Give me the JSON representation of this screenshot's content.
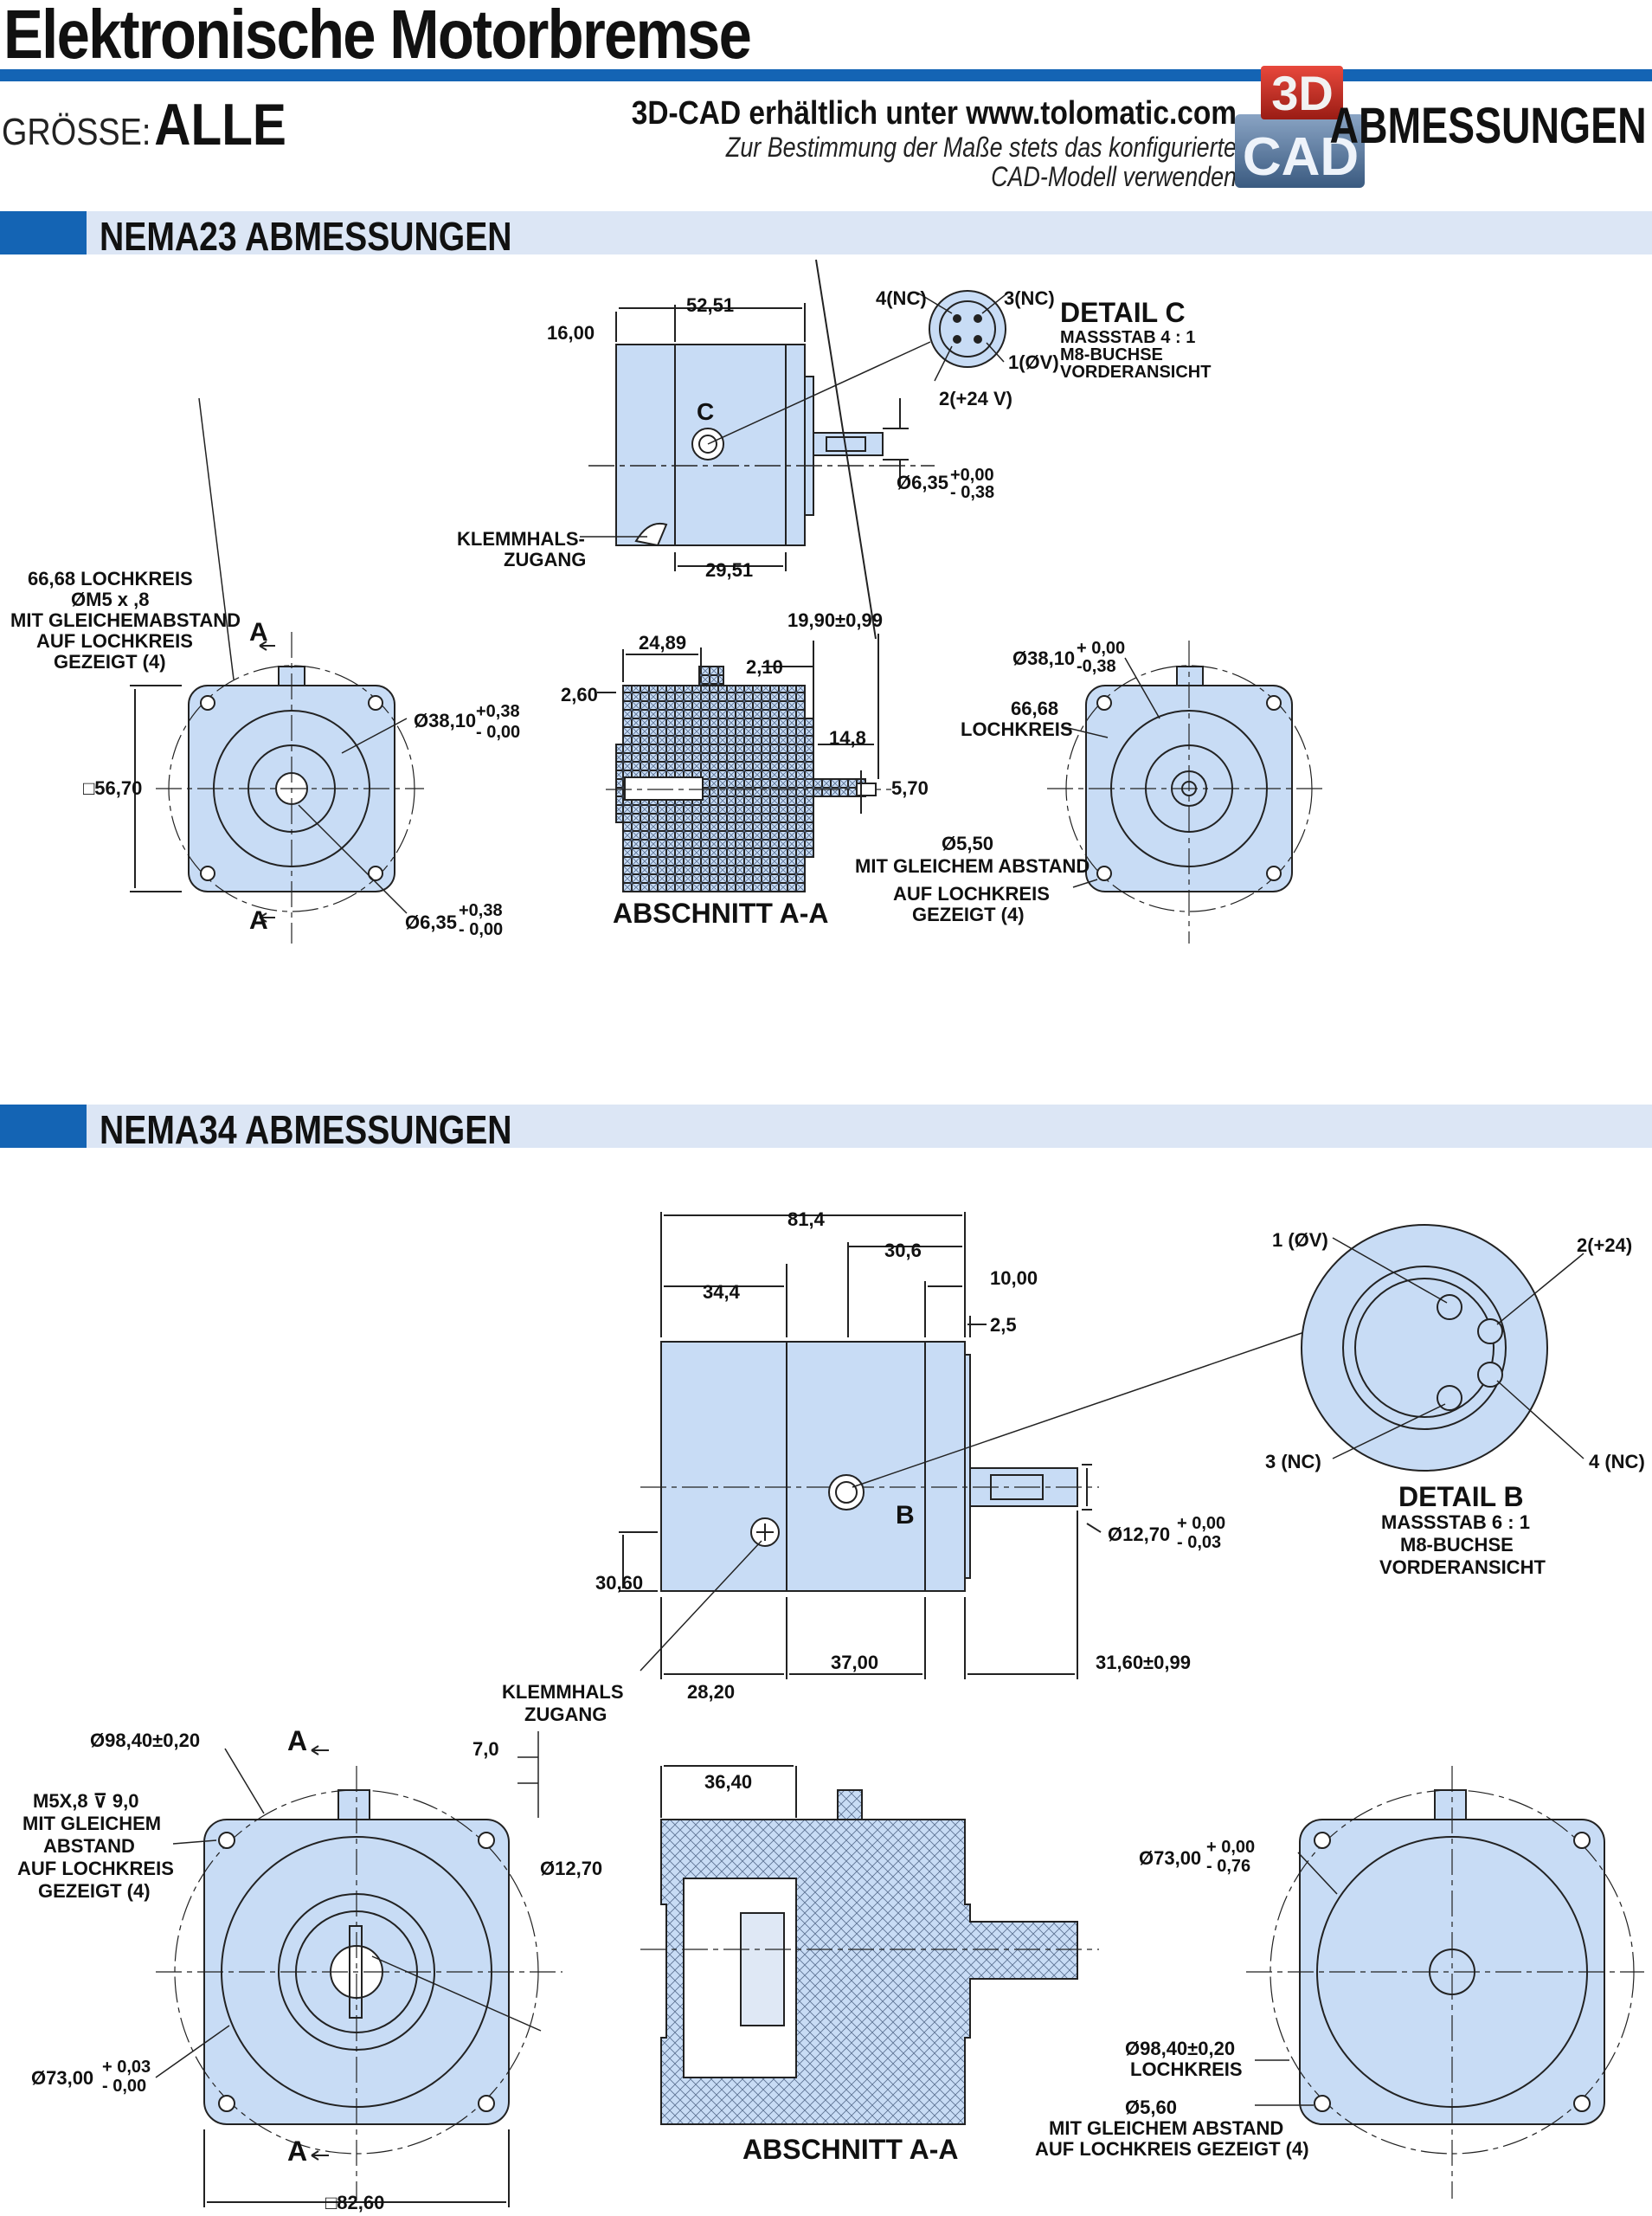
{
  "header": {
    "title": "Elektronische Motorbremse",
    "size_label": "GRÖSSE:",
    "size_value": "ALLE",
    "cad_main": "3D-CAD erhältlich unter www.tolomatic.com",
    "cad_sub1": "Zur Bestimmung der Maße stets das konfigurierte",
    "cad_sub2": "CAD-Modell verwenden",
    "logo_text_top": "3D",
    "logo_text_bottom": "CAD",
    "right_title": "ABMESSUNGEN"
  },
  "colors": {
    "accent": "#1464b4",
    "section_bg": "#dce6f5",
    "part_fill": "#c8dcf5",
    "line": "#222222"
  },
  "nema23": {
    "section_title": "NEMA23 ABMESSUNGEN",
    "side": {
      "d1": "52,51",
      "d2": "16,00",
      "label_c": "C",
      "d3": "29,51",
      "shaft": "Ø6,35",
      "shaft_tol_up": "+0,00",
      "shaft_tol_dn": "- 0,38"
    },
    "detail_c": {
      "title": "DETAIL C",
      "scale": "MASSSTAB 4 : 1",
      "type": "M8-BUCHSE",
      "view": "VORDERANSICHT",
      "p4": "4(NC)",
      "p3": "3(NC)",
      "p1": "1(ØV)",
      "p2": "2(+24 V)"
    },
    "clamp": {
      "line1": "KLEMMHALS-",
      "line2": "ZUGANG"
    },
    "front_left": {
      "bolt_circle": "66,68 LOCHKREIS",
      "screw": "ØM5 x ,8",
      "equal1": "MIT GLEICHEMABSTAND",
      "equal2": "AUF LOCHKREIS",
      "shown": "GEZEIGT (4)",
      "a_top": "A",
      "a_bottom": "A",
      "square": "□56,70",
      "pilot": "Ø38,10",
      "pilot_up": "+0,38",
      "pilot_dn": "- 0,00",
      "shaft": "Ø6,35",
      "shaft_up": "+0,38",
      "shaft_dn": "- 0,00"
    },
    "section": {
      "d1": "24,89",
      "d2": "2,10",
      "d3": "19,90±0,99",
      "d4": "2,60",
      "d5": "14,8",
      "d6": "5,70",
      "label": "ABSCHNITT A-A"
    },
    "front_right": {
      "pilot": "Ø38,10",
      "pilot_up": "+ 0,00",
      "pilot_dn": "-0,38",
      "bc1": "66,68",
      "bc2": "LOCHKREIS",
      "hole": "Ø5,50",
      "h1": "MIT GLEICHEM ABSTAND",
      "h2": "AUF LOCHKREIS",
      "h3": "GEZEIGT (4)"
    }
  },
  "nema34": {
    "section_title": "NEMA34 ABMESSUNGEN",
    "side": {
      "d1": "81,4",
      "d2": "30,6",
      "d3": "34,4",
      "d4": "10,00",
      "d5": "2,5",
      "label_b": "B",
      "shaft": "Ø12,70",
      "shaft_up": "+ 0,00",
      "shaft_dn": "- 0,03",
      "d6": "30,60",
      "d7": "37,00",
      "d8": "31,60±0,99"
    },
    "detail_b": {
      "p1": "1 (ØV)",
      "p2": "2(+24)",
      "p3": "3 (NC)",
      "p4": "4 (NC)",
      "title": "DETAIL B",
      "scale": "MASSSTAB 6 : 1",
      "type": "M8-BUCHSE",
      "view": "VORDERANSICHT"
    },
    "clamp": {
      "line1": "KLEMMHALS",
      "line2": "ZUGANG",
      "d": "28,20"
    },
    "front_left": {
      "bc": "Ø98,40±0,20",
      "a_top": "A",
      "a_bottom": "A",
      "d7": "7,0",
      "s1": "M5X,8 ⊽ 9,0",
      "s2": "MIT GLEICHEM",
      "s3": "ABSTAND",
      "s4": "AUF LOCHKREIS",
      "s5": "GEZEIGT (4)",
      "shaft": "Ø12,70",
      "pilot": "Ø73,00",
      "pilot_up": "+ 0,03",
      "pilot_dn": "- 0,00",
      "square": "□82,60"
    },
    "section": {
      "d1": "36,40",
      "label": "ABSCHNITT A-A"
    },
    "front_right": {
      "pilot": "Ø73,00",
      "pilot_up": "+ 0,00",
      "pilot_dn": "- 0,76",
      "bc1": "Ø98,40±0,20",
      "bc2": "LOCHKREIS",
      "hole": "Ø5,60",
      "h1": "MIT GLEICHEM ABSTAND",
      "h2": "AUF LOCHKREIS GEZEIGT (4)"
    }
  }
}
